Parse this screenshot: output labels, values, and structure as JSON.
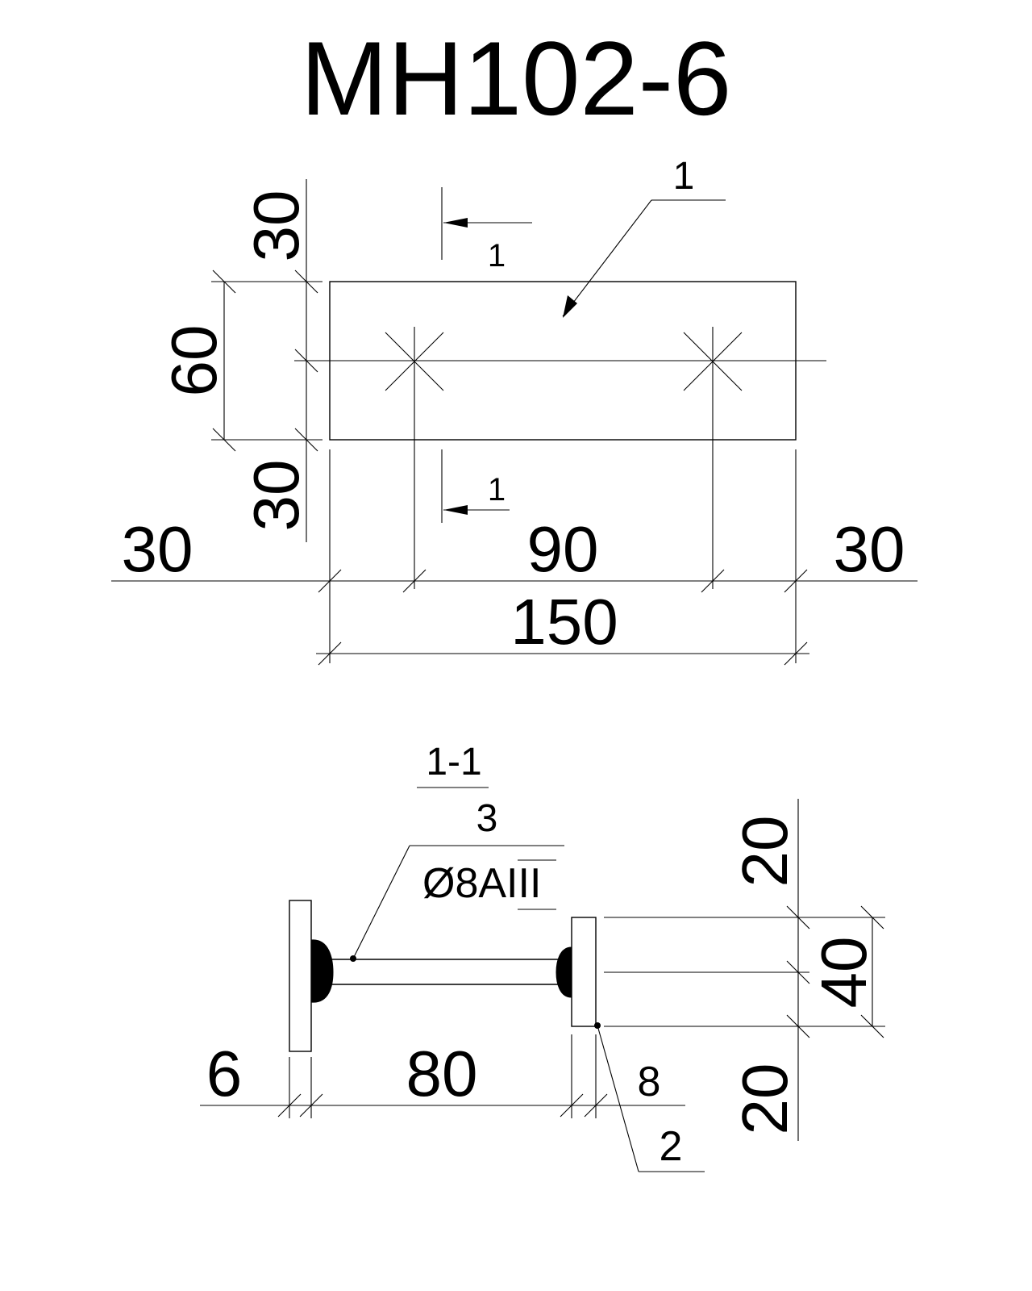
{
  "title": "MH102-6",
  "plan_view": {
    "position_label": "1",
    "section_mark_label": "1",
    "dim_top": "30",
    "dim_middle": "60",
    "dim_bottom": "30",
    "dim_left": "30",
    "dim_center": "90",
    "dim_right": "30",
    "dim_total": "150"
  },
  "section_view": {
    "section_name": "1-1",
    "section_scale": "3",
    "rebar_label": "Ø8AIII",
    "plate_label": "2",
    "dim_left_plate": "6",
    "dim_bar_length": "80",
    "dim_right_plate": "8",
    "dim_top": "20",
    "dim_middle": "40",
    "dim_bottom": "20"
  }
}
